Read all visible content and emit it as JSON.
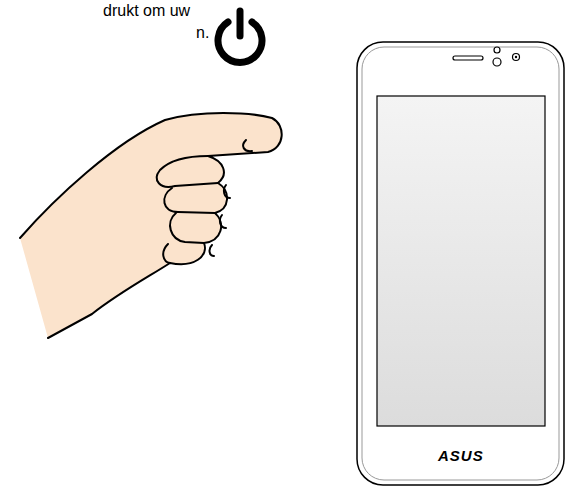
{
  "diagram": {
    "labels": [
      "drukt om uw",
      "n.",
      "ASUS"
    ]
  }
}
